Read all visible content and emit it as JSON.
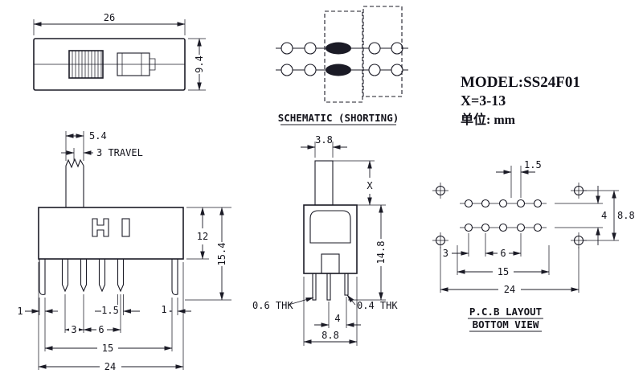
{
  "colors": {
    "ink": "#1b1b26",
    "paper": "#ffffff"
  },
  "title_block": {
    "model": "MODEL:SS24F01",
    "x_range": "X=3-13",
    "unit": "单位: mm"
  },
  "views": {
    "top": {
      "dim_width": "26",
      "dim_height": "9.4"
    },
    "schematic": {
      "caption": "SCHEMATIC (SHORTING)"
    },
    "front": {
      "dim_knob": "5.4",
      "dim_travel": "3 TRAVEL",
      "dim_body_height": "12",
      "dim_total_height": "15.4",
      "dim_lug_left": "1",
      "dim_pin_width": "1.5",
      "dim_lug_right": "1",
      "dim_pitch_small": "3",
      "dim_pitch_large": "6",
      "dim_pin_span": "15",
      "dim_overall_width": "24"
    },
    "side": {
      "dim_knob_width": "3.8",
      "dim_stem_height": "X",
      "dim_total_height": "14.8",
      "thk_left": "0.6 THK",
      "thk_right": "0.4 THK",
      "dim_pin_pitch": "4",
      "dim_body_depth": "8.8"
    },
    "pcb": {
      "caption_line1": "P.C.B LAYOUT",
      "caption_line2": "BOTTOM VIEW",
      "dim_offset": "1.5",
      "dim_row_pitch": "4",
      "dim_row_span": "8.8",
      "dim_pitch_small": "3",
      "dim_pitch_large": "6",
      "dim_pad_span": "15",
      "dim_hole_span": "24"
    }
  }
}
